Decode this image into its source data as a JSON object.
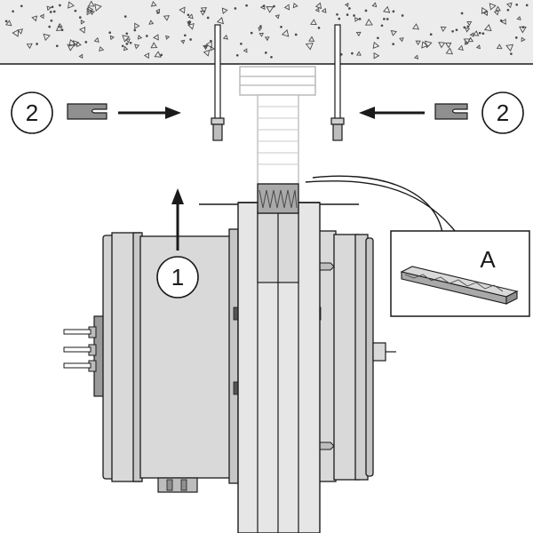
{
  "diagram": {
    "steps": {
      "step_1": "1",
      "step_2_left": "2",
      "step_2_right": "2"
    },
    "callout": {
      "label": "A"
    },
    "colors": {
      "line": "#1a1a1a",
      "housing_fill": "#d9d9d9",
      "housing_dark": "#bdbdbd",
      "duct_fill": "#e6e6e6",
      "concrete_fill": "#ececec",
      "ghost_line": "#b5b5b5",
      "seal_fill": "#a9a9a9"
    }
  }
}
